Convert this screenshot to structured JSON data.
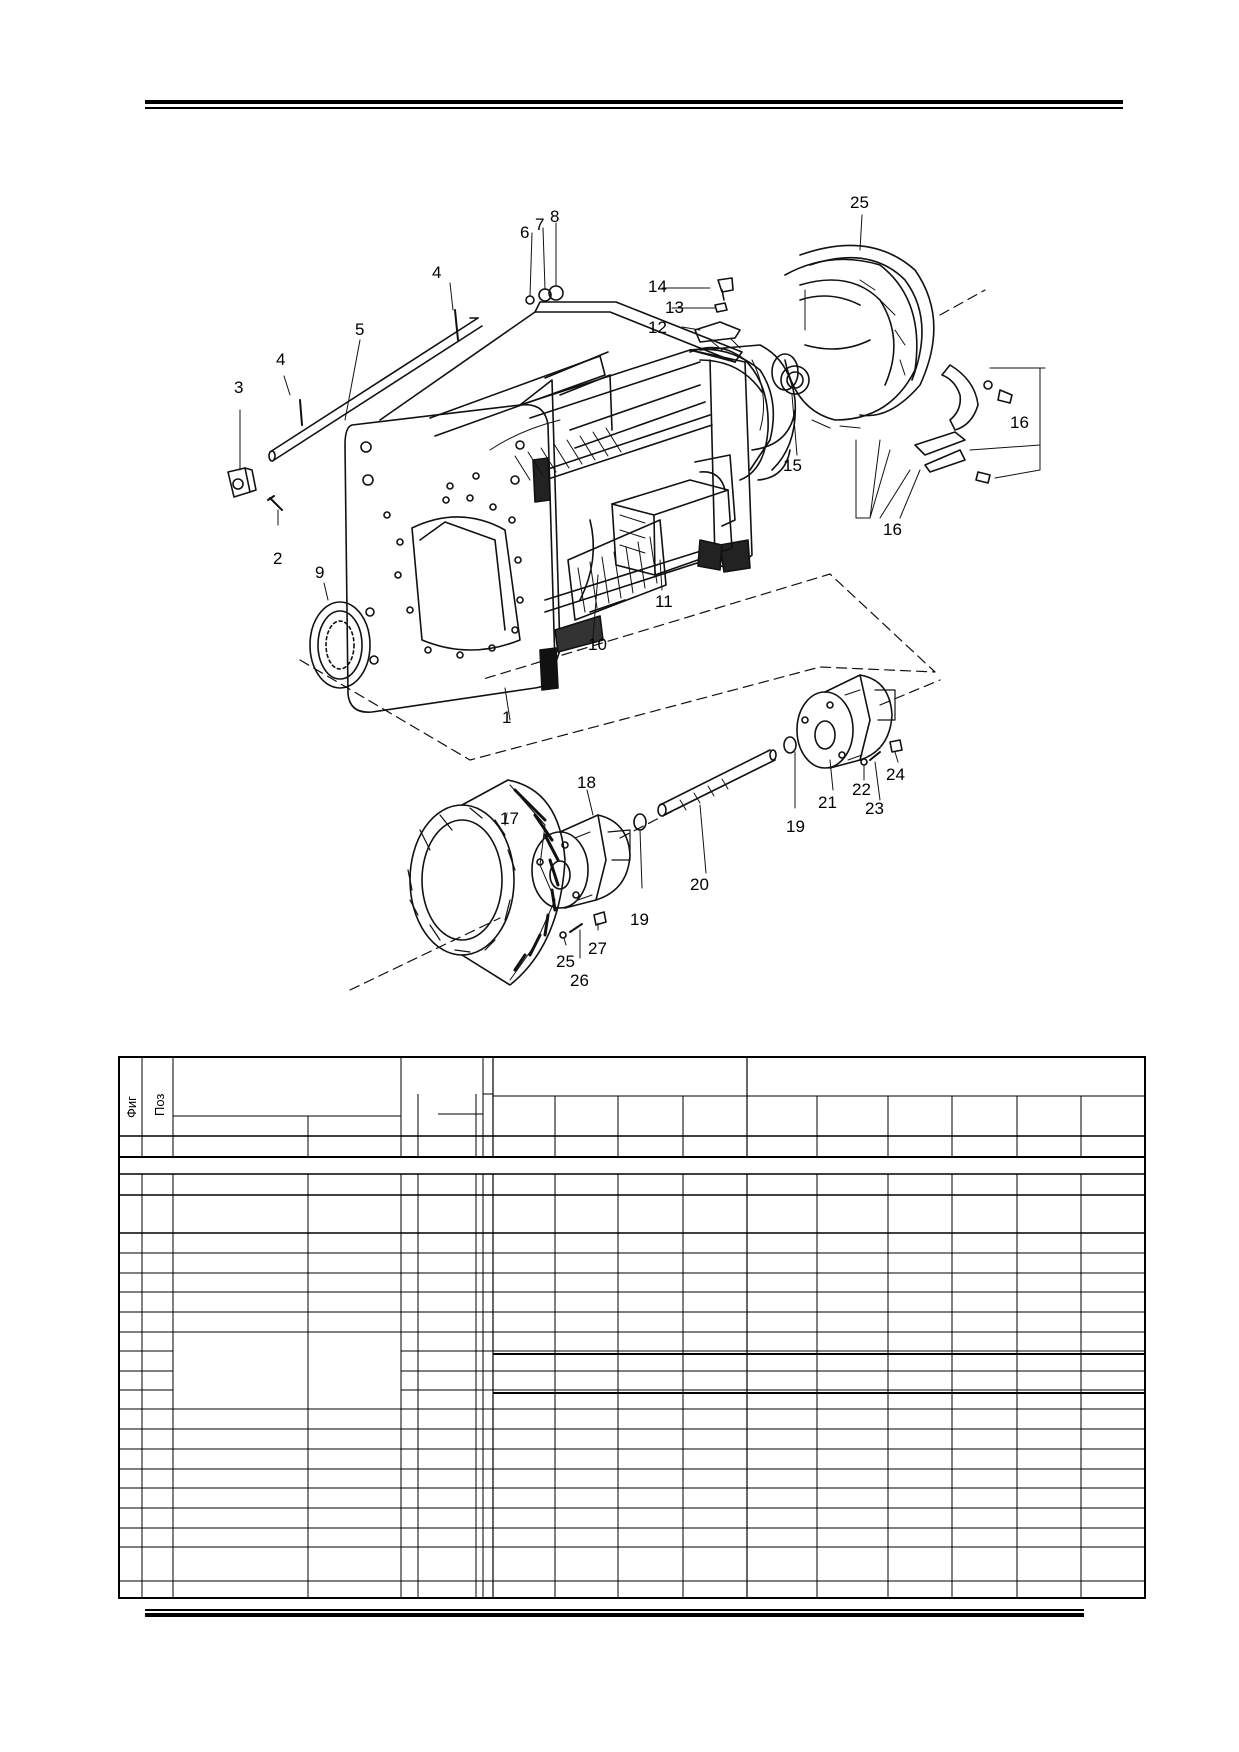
{
  "figure": {
    "callouts": [
      "1",
      "2",
      "3",
      "4",
      "4",
      "5",
      "6",
      "7",
      "8",
      "9",
      "10",
      "11",
      "12",
      "13",
      "14",
      "15",
      "16",
      "16",
      "17",
      "18",
      "19",
      "19",
      "20",
      "21",
      "22",
      "23",
      "24",
      "25",
      "25",
      "26",
      "27"
    ]
  },
  "table": {
    "header": {
      "fig": "Фиг",
      "pos": "Поз"
    }
  }
}
